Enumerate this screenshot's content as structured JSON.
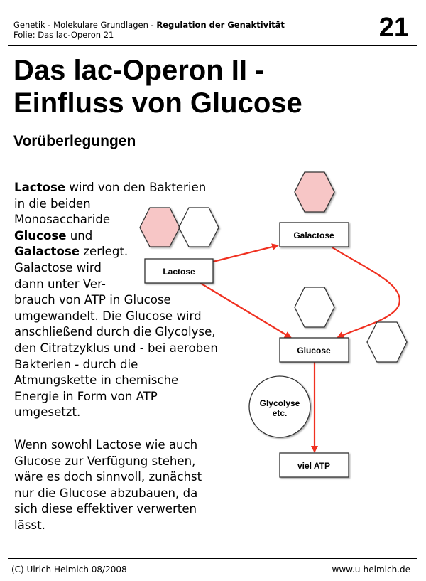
{
  "header": {
    "course": "Genetik - Molekulare Grundlagen - ",
    "topic": "Regulation der Genaktivität",
    "slide": "Folie: Das lac-Operon 21",
    "page_number": "21"
  },
  "title_line1": "Das lac-Operon II -",
  "title_line2": "Einfluss von Glucose",
  "subtitle": "Vorüberlegungen",
  "paragraph1": {
    "l1_bold": "Lactose",
    "l1_rest": " wird von den Bakterien",
    "l2": "in die beiden",
    "l3": "Monosaccharide",
    "l4_bold": "Glucose",
    "l4_rest": " und",
    "l5_bold": "Galactose",
    "l5_rest": " zerlegt.",
    "l6": "Galactose wird",
    "l7": "dann unter Ver-",
    "l8": "brauch von ATP in Glucose",
    "l9": "umgewandelt. Die Glucose wird",
    "l10": "anschließend durch die Glycolyse,",
    "l11": "den Citratzyklus und - bei aeroben",
    "l12": "Bakterien - durch die",
    "l13": "Atmungskette in chemische",
    "l14": "Energie in Form von ATP",
    "l15": "umgesetzt."
  },
  "paragraph2": [
    "Wenn sowohl Lactose wie auch",
    "Glucose zur Verfügung stehen,",
    "wäre es doch sinnvoll, zunächst",
    "nur die Glucose abzubauen, da",
    "sich diese effektiver verwerten",
    "lässt."
  ],
  "diagram": {
    "lactose": "Lactose",
    "galactose": "Galactose",
    "glucose": "Glucose",
    "glycolyse_1": "Glycolyse",
    "glycolyse_2": "etc.",
    "atp": "viel ATP",
    "colors": {
      "arrow": "#f03020",
      "pink": "#f7c6c6"
    }
  },
  "footer": {
    "author": "(C) Ulrich Helmich 08/2008",
    "website": "www.u-helmich.de"
  }
}
